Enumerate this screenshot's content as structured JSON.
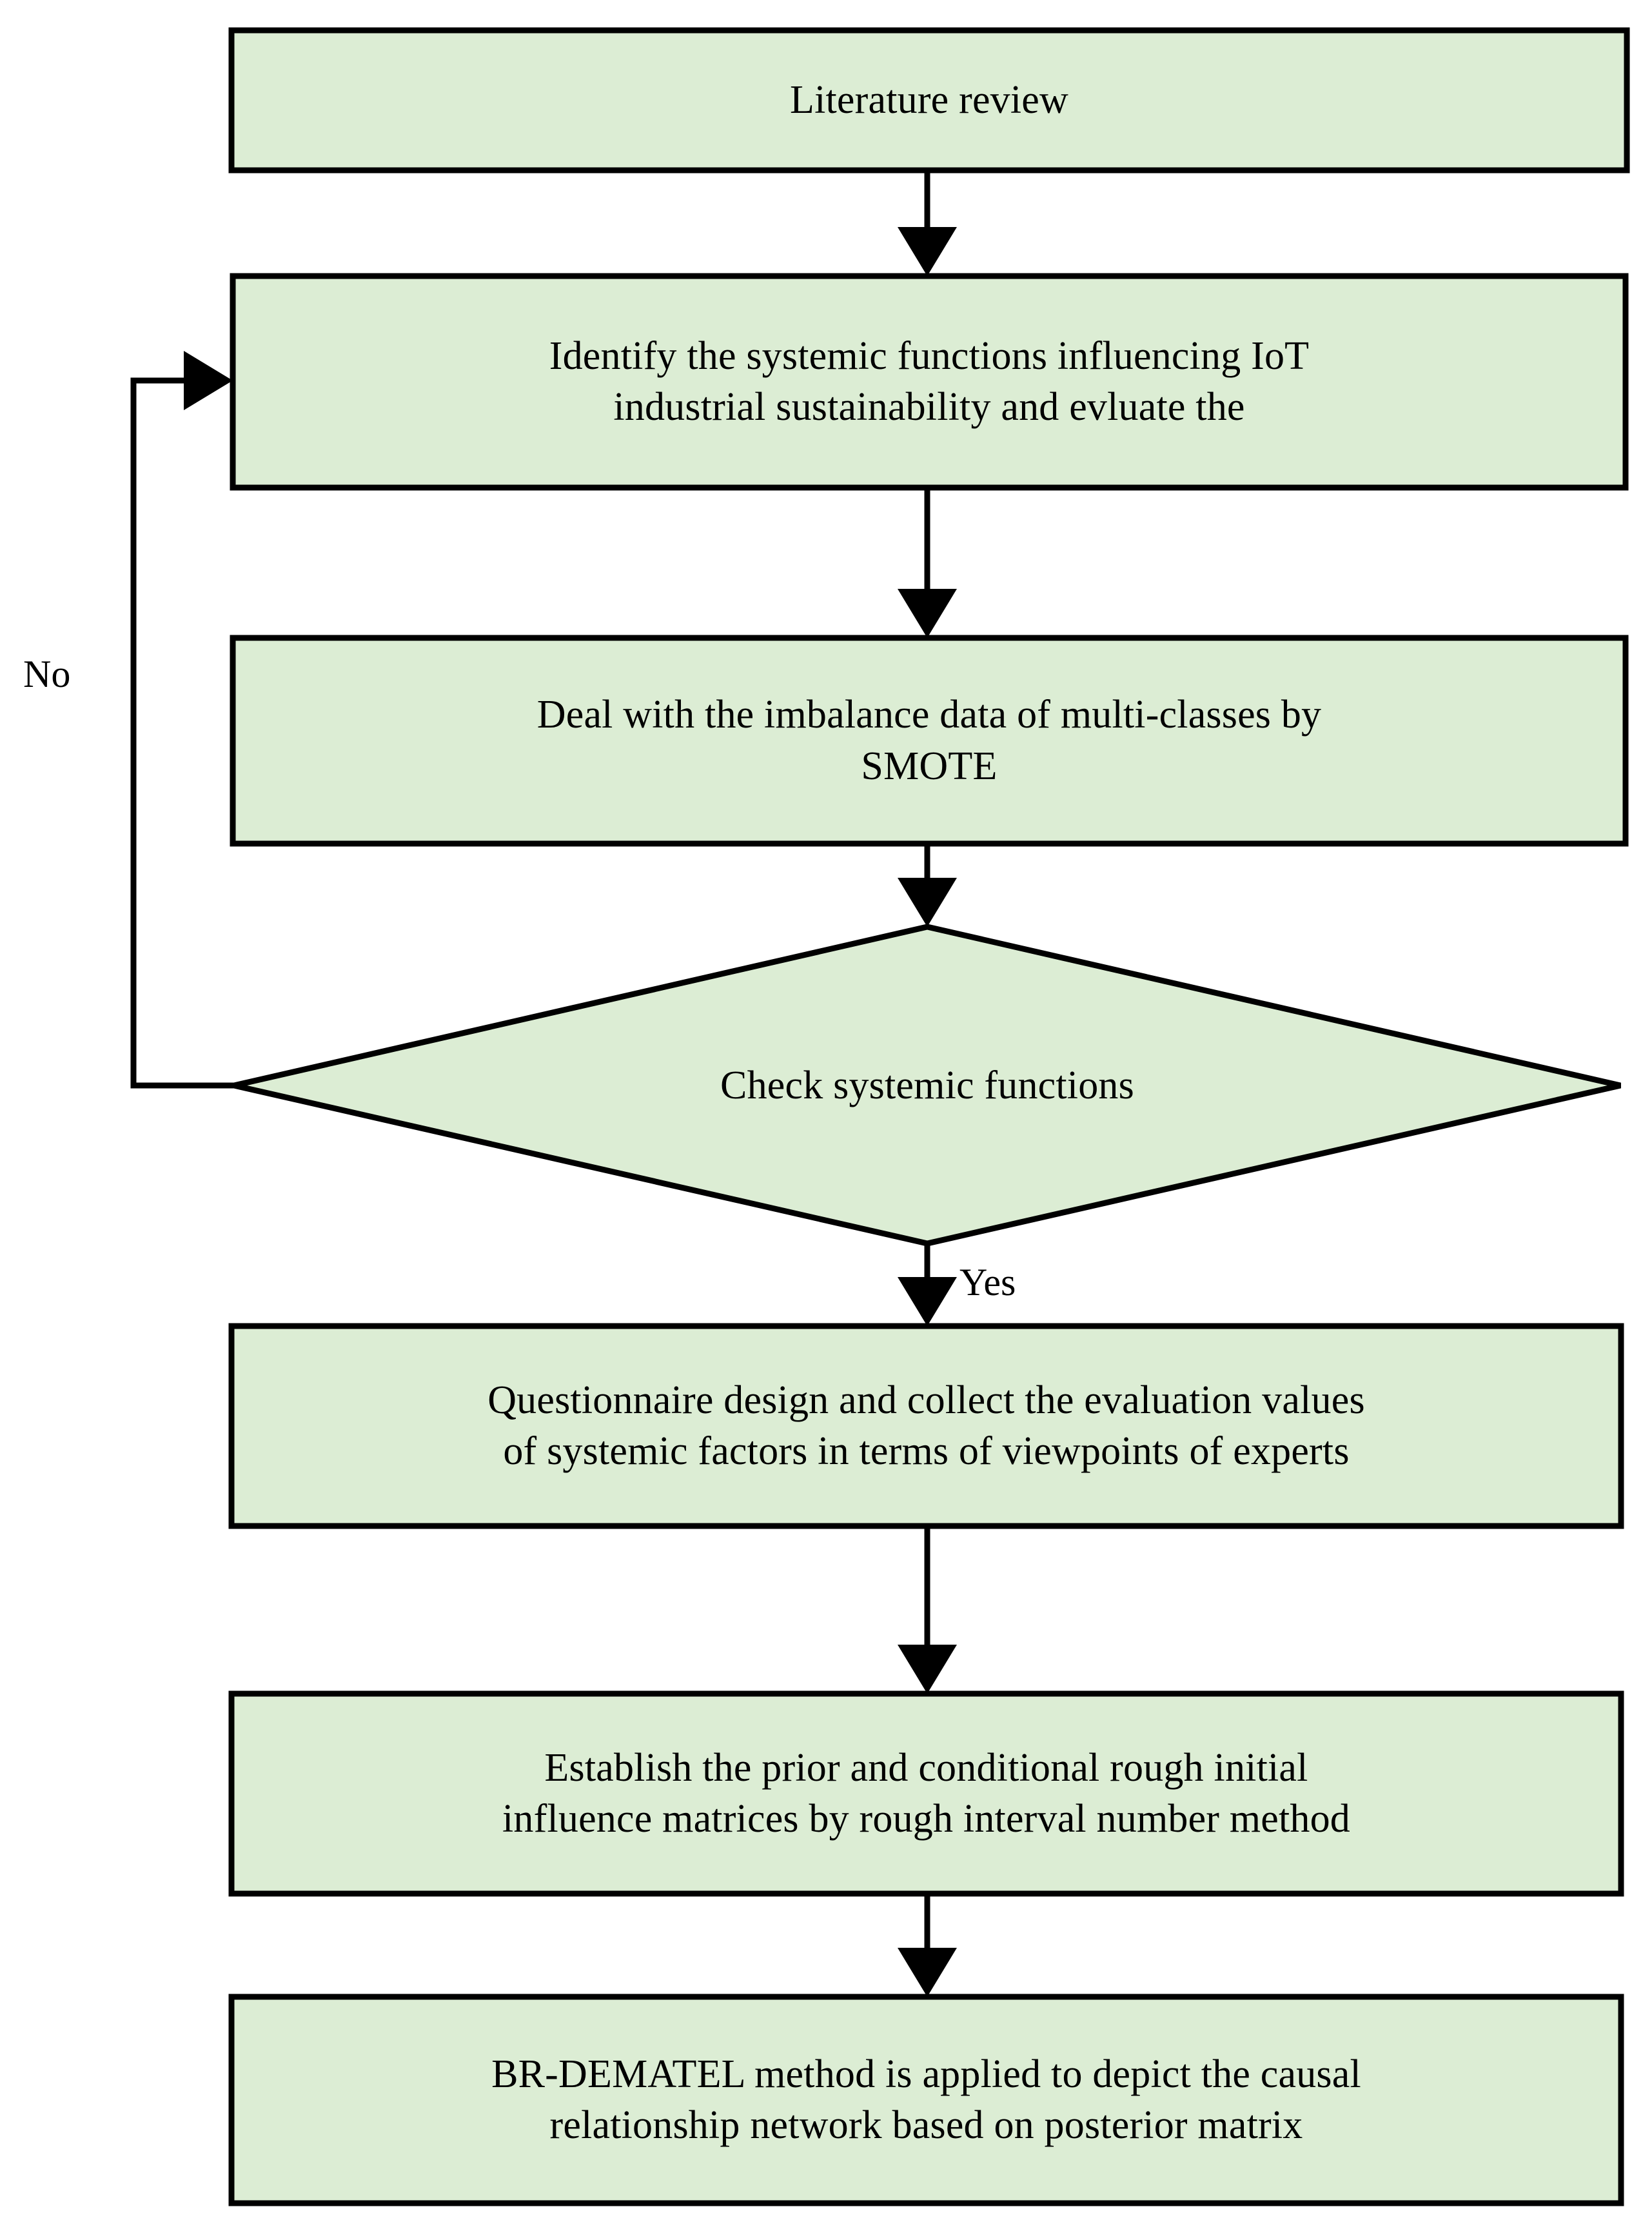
{
  "diagram": {
    "type": "flowchart",
    "title": "IoT industrial sustainability research framework flowchart",
    "colors": {
      "node_fill": "#DCEDD4",
      "node_border": "#000000",
      "connector": "#000000",
      "text": "#000000",
      "background": "#FFFFFF"
    },
    "nodes": [
      {
        "id": "literature-review",
        "shape": "rectangle",
        "lines": [
          "Literature review"
        ]
      },
      {
        "id": "identify-systemic-functions",
        "shape": "rectangle",
        "lines": [
          "Identify the systemic functions influencing IoT",
          "industrial sustainability and evluate the"
        ]
      },
      {
        "id": "deal-imbalance-smote",
        "shape": "rectangle",
        "lines": [
          "Deal with the imbalance data of multi-classes by",
          "SMOTE"
        ]
      },
      {
        "id": "check-systemic-functions",
        "shape": "diamond",
        "lines": [
          "Check systemic functions"
        ]
      },
      {
        "id": "questionnaire-design",
        "shape": "rectangle",
        "lines": [
          "Questionnaire design and collect the evaluation values",
          "of systemic factors in terms of viewpoints of experts"
        ]
      },
      {
        "id": "establish-rough-matrices",
        "shape": "rectangle",
        "lines": [
          "Establish the prior and conditional rough initial",
          "influence matrices by rough interval number method"
        ]
      },
      {
        "id": "br-dematel",
        "shape": "rectangle",
        "lines": [
          "BR-DEMATEL method is applied to depict the causal",
          "relationship network based on posterior matrix"
        ]
      }
    ],
    "edge_labels": {
      "no": "No",
      "yes": "Yes"
    },
    "edges": [
      {
        "from": "literature-review",
        "to": "identify-systemic-functions",
        "label": ""
      },
      {
        "from": "identify-systemic-functions",
        "to": "deal-imbalance-smote",
        "label": ""
      },
      {
        "from": "deal-imbalance-smote",
        "to": "check-systemic-functions",
        "label": ""
      },
      {
        "from": "check-systemic-functions",
        "to": "identify-systemic-functions",
        "label": "No"
      },
      {
        "from": "check-systemic-functions",
        "to": "questionnaire-design",
        "label": "Yes"
      },
      {
        "from": "questionnaire-design",
        "to": "establish-rough-matrices",
        "label": ""
      },
      {
        "from": "establish-rough-matrices",
        "to": "br-dematel",
        "label": ""
      }
    ]
  }
}
